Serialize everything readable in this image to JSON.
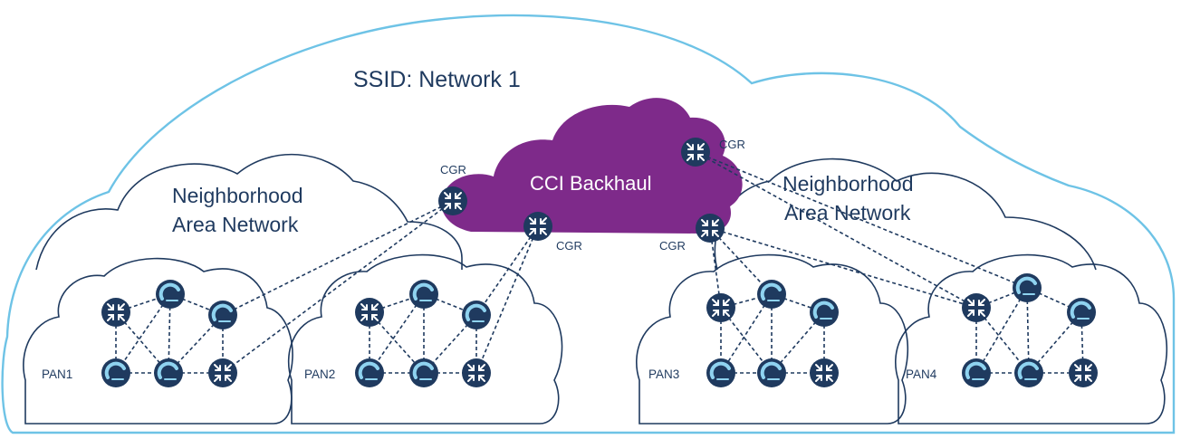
{
  "ssid_label": "SSID: Network 1",
  "backhaul_label": "CCI Backhaul",
  "nan_left": {
    "line1": "Neighborhood",
    "line2": "Area Network"
  },
  "nan_right": {
    "line1": "Neighborhood",
    "line2": "Area Network"
  },
  "cgr_label": "CGR",
  "pans": [
    {
      "label": "PAN1"
    },
    {
      "label": "PAN2"
    },
    {
      "label": "PAN3"
    },
    {
      "label": "PAN4"
    }
  ],
  "colors": {
    "outer_cloud": "#6ec3e6",
    "inner_cloud": "#1f3a5f",
    "backhaul": "#7e2a8a",
    "node": "#1f3a5f",
    "accent": "#8fd3f0"
  },
  "icons": {
    "router": "router-icon",
    "meter": "meter-icon"
  }
}
